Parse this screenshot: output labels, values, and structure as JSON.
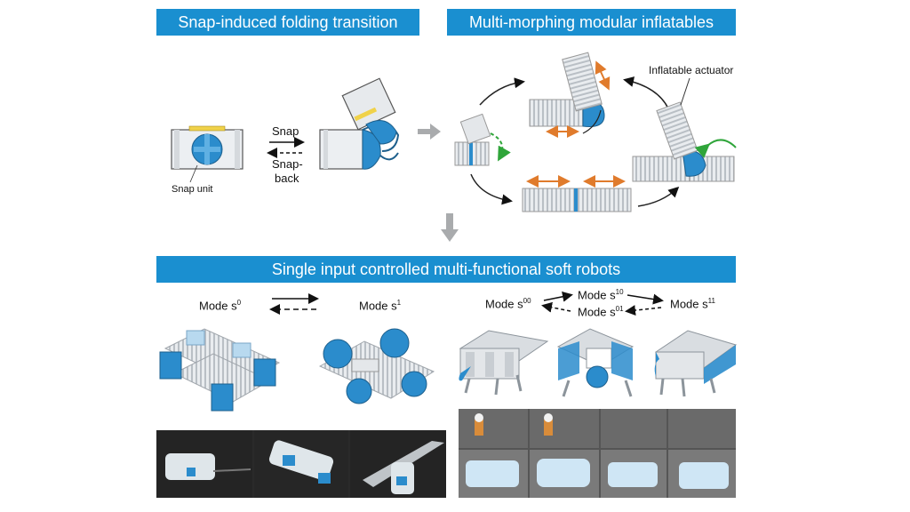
{
  "panels": {
    "snap_title": "Snap-induced folding transition",
    "multi_title": "Multi-morphing modular inflatables",
    "robots_title": "Single input controlled multi-functional soft robots"
  },
  "snap": {
    "snap_label": "Snap",
    "snapback_label_1": "Snap-",
    "snapback_label_2": "back",
    "unit_label": "Snap unit"
  },
  "multi": {
    "actuator_label": "Inflatable actuator"
  },
  "modes_left": {
    "mode_a": "Mode s",
    "mode_a_sup": "0",
    "mode_b": "Mode s",
    "mode_b_sup": "1"
  },
  "modes_right": {
    "mode_a": "Mode s",
    "mode_a_sup": "00",
    "mode_b": "Mode s",
    "mode_b_sup": "10",
    "mode_c": "Mode s",
    "mode_c_sup": "01",
    "mode_d": "Mode s",
    "mode_d_sup": "11"
  },
  "colors": {
    "banner": "#1a8fd0",
    "snap_blue": "#2b8ccc",
    "arrow_orange": "#e07b2c",
    "arrow_green": "#2fa53a",
    "accent_yellow": "#f0d24a"
  }
}
